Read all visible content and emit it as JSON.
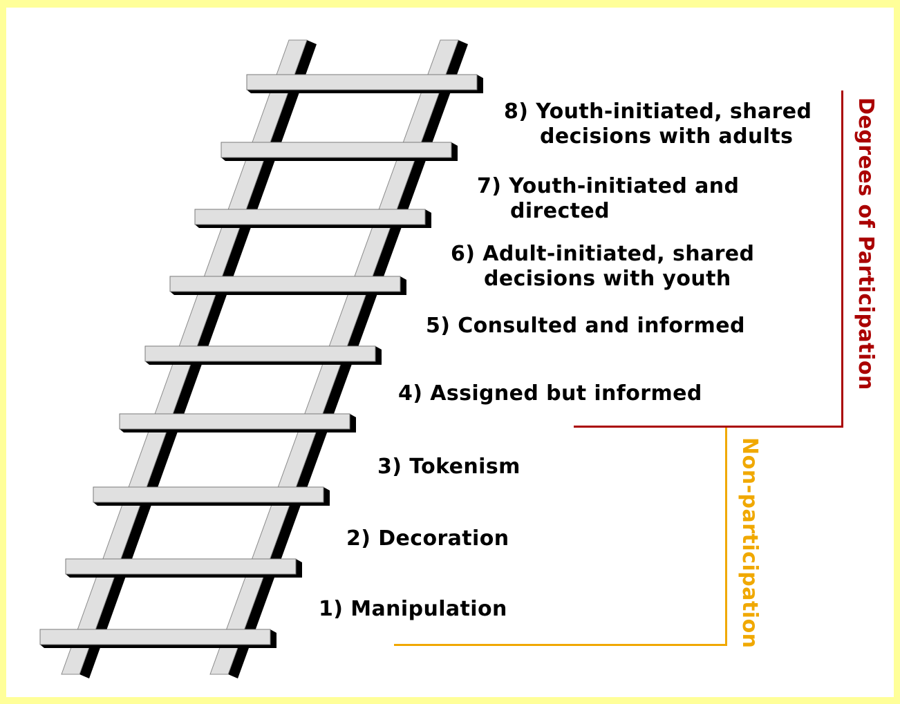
{
  "rungs": [
    {
      "line1": "8) Youth-initiated, shared",
      "line2": "decisions with adults"
    },
    {
      "line1": "7) Youth-initiated and",
      "line2": "directed"
    },
    {
      "line1": "6) Adult-initiated, shared",
      "line2": "decisions with youth"
    },
    {
      "line1": "5) Consulted and informed"
    },
    {
      "line1": "4) Assigned but informed"
    },
    {
      "line1": "3) Tokenism"
    },
    {
      "line1": "2) Decoration"
    },
    {
      "line1": "1) Manipulation"
    }
  ],
  "groups": {
    "participation": {
      "label": "Degrees of Participation",
      "color": "#aa0000"
    },
    "non_participation": {
      "label": "Non-participation",
      "color": "#f0a800"
    }
  },
  "colors": {
    "page_border": "#ffff99",
    "ladder_fill": "#e0e0e0",
    "ladder_shadow": "#000000"
  }
}
